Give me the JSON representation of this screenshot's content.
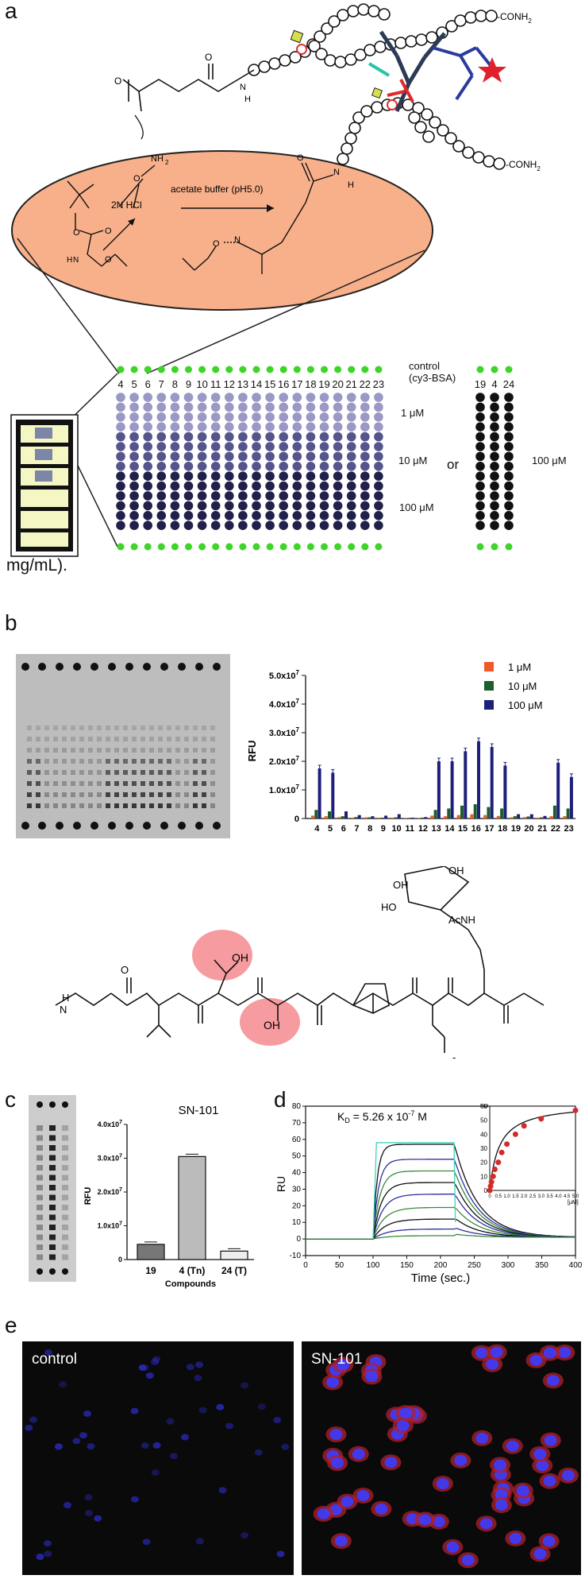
{
  "panels": {
    "a": {
      "letter": "a",
      "chem": {
        "amide_end": "CONH",
        "amide_sub": "2",
        "nh2": "NH",
        "nh2_sub": "2",
        "nh": "N",
        "h": "H",
        "o": "O",
        "hcl": "2N HCl",
        "buffer": "acetate buffer (pH5.0)",
        "n_label": "N"
      },
      "array": {
        "control_label": "control",
        "control_sub": "(cy3-BSA)",
        "columns": [
          "4",
          "5",
          "6",
          "7",
          "8",
          "9",
          "10",
          "11",
          "12",
          "13",
          "14",
          "15",
          "16",
          "17",
          "18",
          "19",
          "20",
          "21",
          "22",
          "23"
        ],
        "right_columns": [
          "19",
          "4",
          "24"
        ],
        "conc_labels": [
          "1 μM",
          "10 μM",
          "100 μM"
        ],
        "or_label": "or",
        "right_conc": "100 μM",
        "unit_label": "mg/mL)."
      }
    },
    "b": {
      "letter": "b",
      "peptide": {
        "oh1": "OH",
        "oh2": "OH",
        "oh_sugar1": "OH",
        "oh_sugar2": "OH",
        "ho_sugar": "HO",
        "acnh": "AcNH",
        "nh_labels": [
          "N",
          "H"
        ],
        "o_labels": [
          "O"
        ],
        "neg": "-"
      }
    },
    "c": {
      "letter": "c",
      "chart_title": "SN-101"
    },
    "d": {
      "letter": "d",
      "kd": "K",
      "kd_sub": "D",
      "kd_value": "= 5.26 x 10",
      "kd_exp": "-7",
      "kd_unit": " M"
    },
    "e": {
      "letter": "e",
      "left_label": "control",
      "right_label": "SN-101"
    }
  },
  "chart_data": [
    {
      "type": "bar",
      "ylabel": "RFU",
      "ylim": [
        0,
        50000000
      ],
      "yticks": [
        "0",
        "1.0x10",
        "2.0x10",
        "3.0x10",
        "4.0x10",
        "5.0x10"
      ],
      "ytick_exp": "7",
      "categories": [
        "4",
        "5",
        "6",
        "7",
        "8",
        "9",
        "10",
        "11",
        "12",
        "13",
        "14",
        "15",
        "16",
        "17",
        "18",
        "19",
        "20",
        "21",
        "22",
        "23"
      ],
      "series": [
        {
          "name": "1 μM",
          "color": "#f05a28",
          "values": [
            1000000,
            800000,
            500000,
            300000,
            400000,
            300000,
            300000,
            200000,
            200000,
            1000000,
            800000,
            1200000,
            1500000,
            1200000,
            900000,
            400000,
            500000,
            300000,
            800000,
            800000
          ]
        },
        {
          "name": "10 μM",
          "color": "#1d5e2b",
          "values": [
            3000000,
            2500000,
            800000,
            500000,
            400000,
            300000,
            400000,
            200000,
            300000,
            3000000,
            3500000,
            4500000,
            5000000,
            4000000,
            3500000,
            800000,
            700000,
            400000,
            4500000,
            3500000
          ]
        },
        {
          "name": "100 μM",
          "color": "#1e1f7a",
          "values": [
            17500000,
            16000000,
            2500000,
            1200000,
            800000,
            1000000,
            1500000,
            300000,
            500000,
            20000000,
            20000000,
            23500000,
            27000000,
            25000000,
            18500000,
            1500000,
            1500000,
            900000,
            19500000,
            14500000
          ]
        }
      ]
    },
    {
      "type": "bar",
      "title": "SN-101",
      "ylabel": "RFU",
      "xlabel": "Compounds",
      "ylim": [
        0,
        40000000
      ],
      "yticks": [
        "0",
        "1.0x10",
        "2.0x10",
        "3.0x10",
        "4.0x10"
      ],
      "ytick_exp": "7",
      "categories": [
        "19",
        "4 (Tn)",
        "24 (T)"
      ],
      "values": [
        4500000,
        30500000,
        2500000
      ]
    },
    {
      "type": "line",
      "ylabel": "RU",
      "xlabel": "Time (sec.)",
      "xlim": [
        0,
        400
      ],
      "ylim": [
        -10,
        80
      ],
      "xticks": [
        "0",
        "50",
        "100",
        "150",
        "200",
        "250",
        "300",
        "350",
        "400"
      ],
      "yticks": [
        "-10",
        "0",
        "10",
        "20",
        "30",
        "40",
        "50",
        "60",
        "70",
        "80"
      ],
      "plateaus": [
        57,
        48,
        41,
        34,
        27,
        19,
        12,
        6,
        2
      ],
      "inset": {
        "ylabel": "RU",
        "xlabel": "[μM]",
        "xticks": [
          "0",
          "0.5",
          "1.0",
          "1.5",
          "2.0",
          "2.5",
          "3.0",
          "3.5",
          "4.0",
          "4.5",
          "5.0"
        ],
        "yticks": [
          "0",
          "10",
          "20",
          "30",
          "40",
          "50",
          "60"
        ],
        "x": [
          0,
          0.05,
          0.1,
          0.2,
          0.3,
          0.5,
          0.7,
          1.0,
          1.5,
          2.0,
          3.0,
          5.0
        ],
        "y": [
          0,
          3,
          6,
          10,
          15,
          20,
          27,
          33,
          40,
          46,
          51,
          57
        ]
      }
    }
  ]
}
